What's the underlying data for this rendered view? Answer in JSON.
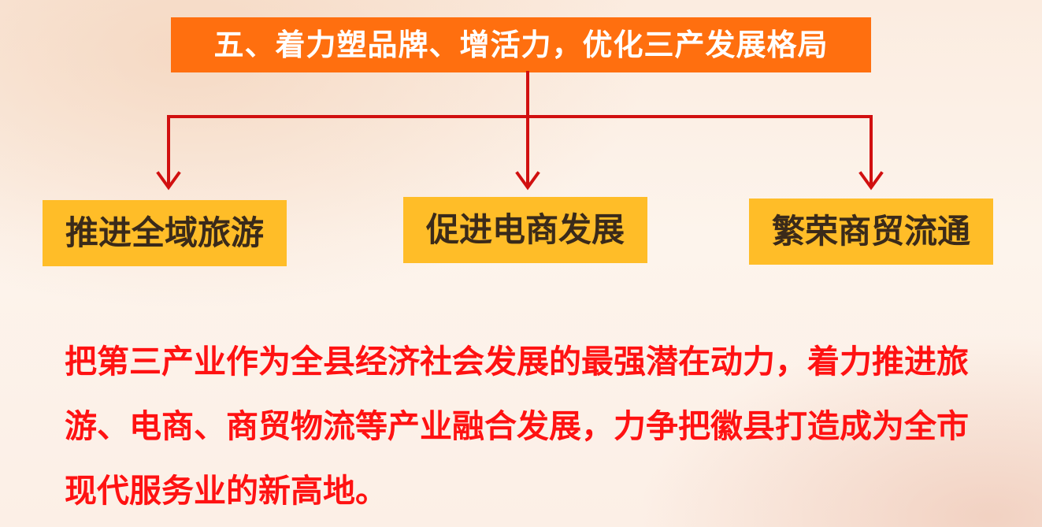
{
  "title": "五、着力塑品牌、增活力，优化三产发展格局",
  "branches": [
    "推进全域旅游",
    "促进电商发展",
    "繁荣商贸流通"
  ],
  "body_text": "把第三产业作为全县经济社会发展的最强潜在动力，着力推进旅游、电商、商贸物流等产业融合发展，力争把徽县打造成为全市现代服务业的新高地。",
  "colors": {
    "title_bg": "#ff6f0f",
    "branch_bg": "#ffbd28",
    "connector": "#d11010",
    "body_text": "#ff1212"
  }
}
